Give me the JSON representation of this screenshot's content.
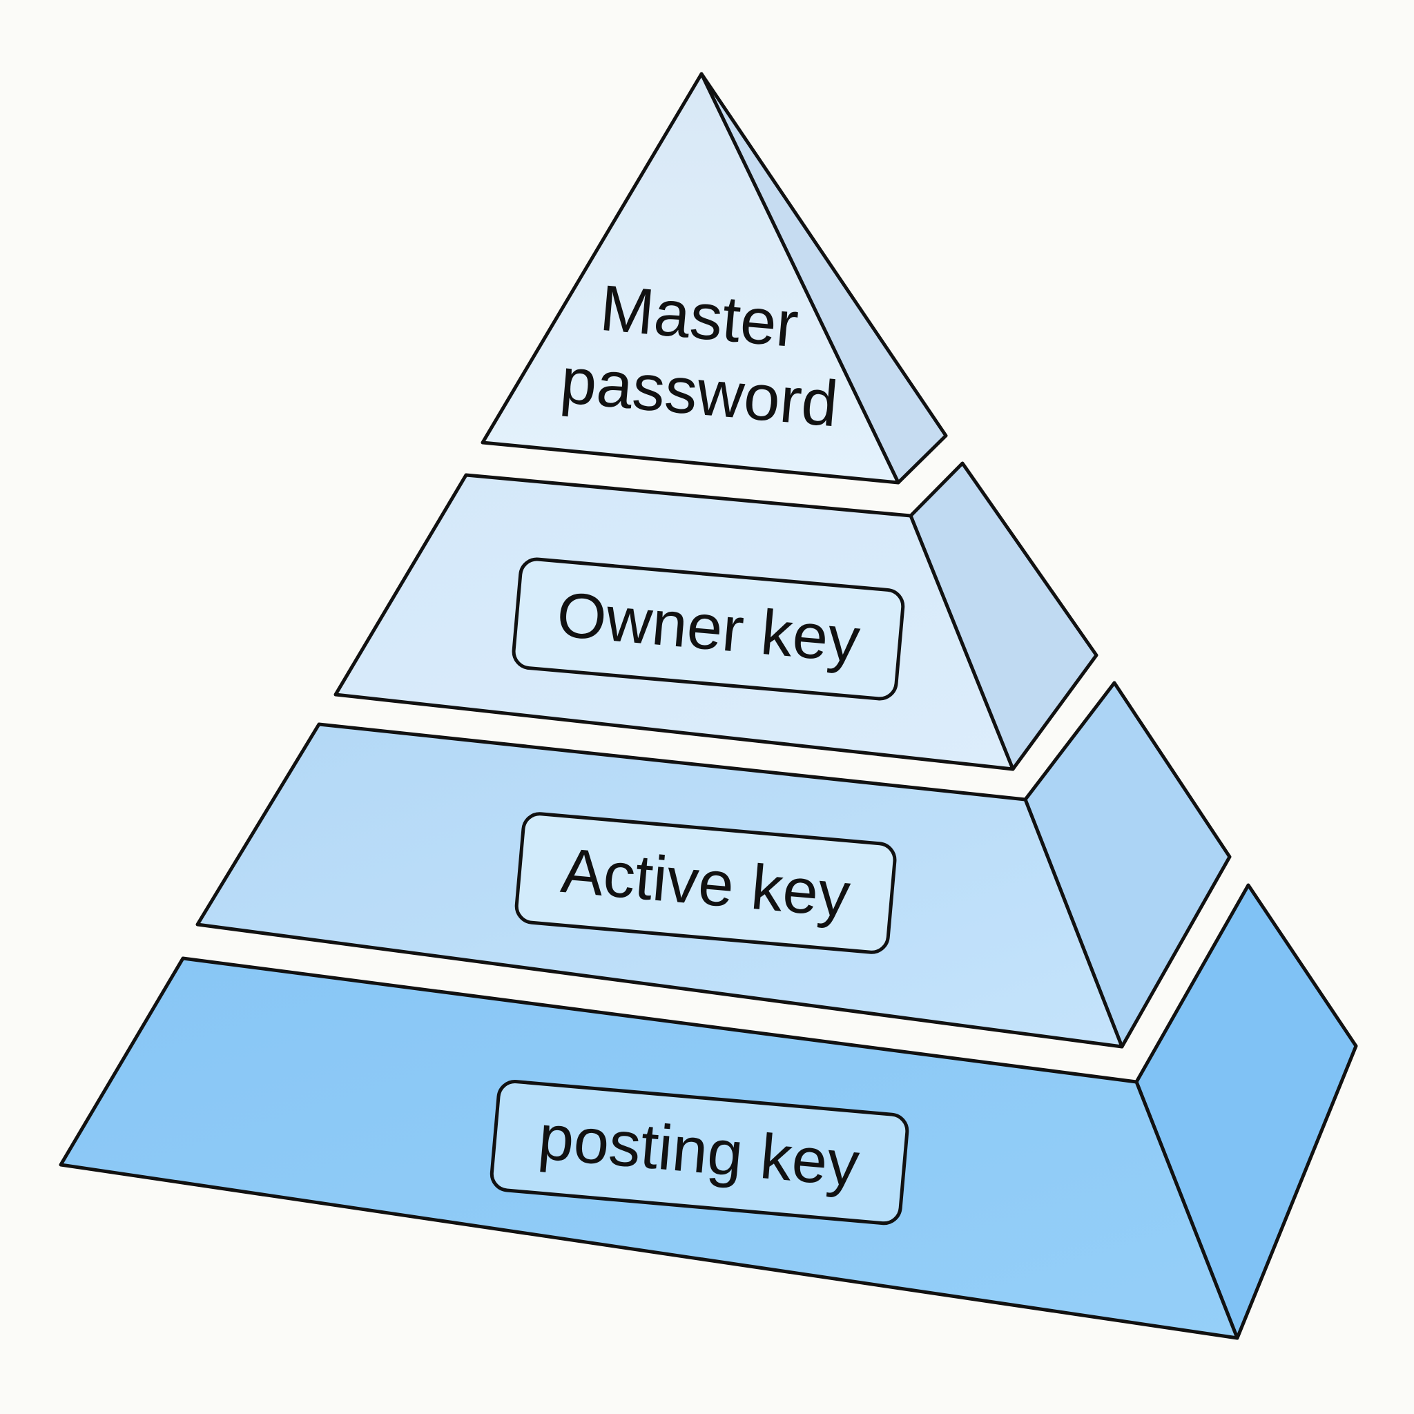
{
  "diagram": {
    "type": "pyramid",
    "tiers": [
      {
        "id": "master",
        "label_lines": [
          "Master",
          "password"
        ],
        "boxed": false,
        "front_color": "#dcebf8",
        "side_color": "#c2daf1"
      },
      {
        "id": "owner",
        "label": "Owner key",
        "boxed": true,
        "front_color": "#d6eafa",
        "side_color": "#c0dbf2"
      },
      {
        "id": "active",
        "label": "Active key",
        "boxed": true,
        "front_color": "#b9dcf8",
        "side_color": "#acd4f5"
      },
      {
        "id": "posting",
        "label": "posting key",
        "boxed": true,
        "front_color": "#8fcbf6",
        "side_color": "#7fc2f5"
      }
    ],
    "colors": {
      "background": "#fbfbf8",
      "outline": "#111111",
      "label_box_fill": "#d4ecfb"
    }
  }
}
